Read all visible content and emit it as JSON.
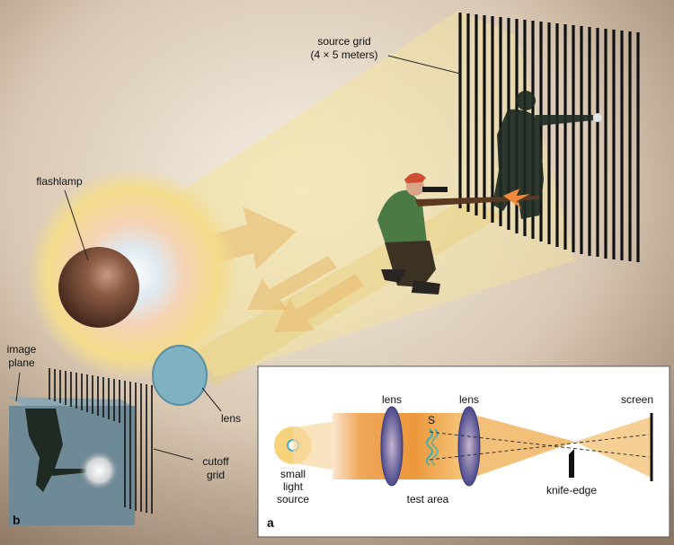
{
  "panel_b": {
    "letter": "b",
    "source_grid_label": [
      "source grid",
      "(4 × 5 meters)"
    ],
    "flashlamp_label": "flashlamp",
    "image_plane_label": [
      "image",
      "plane"
    ],
    "lens_label": "lens",
    "cutoff_grid_label": [
      "cutoff",
      "grid"
    ]
  },
  "panel_a": {
    "letter": "a",
    "light_source_label": [
      "small",
      "light",
      "source"
    ],
    "lens1_label": "lens",
    "lens2_label": "lens",
    "s_label": "S",
    "screen_label": "screen",
    "test_area_label": "test area",
    "knife_edge_label": "knife-edge"
  },
  "colors": {
    "background_light": "#f4ede4",
    "background_dark": "#8a7460",
    "beam": "#f1df8e",
    "flashlamp_sphere": "#7a4a35",
    "lens_blue": "#7fb2c3",
    "grid_line": "#111111",
    "beam_orange": "#ef9a3a",
    "lens_purple": "#6a5f9c"
  }
}
